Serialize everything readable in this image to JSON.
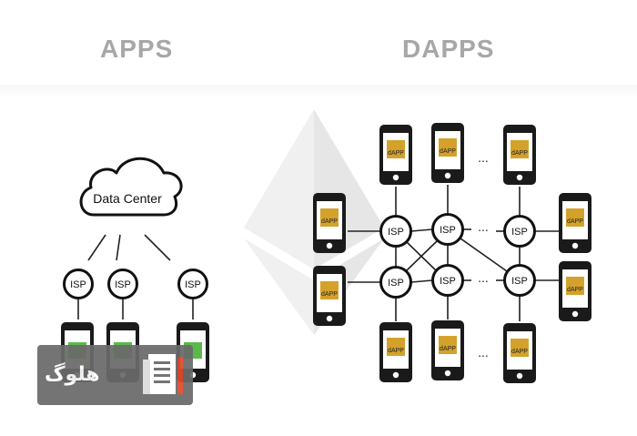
{
  "headings": {
    "apps": "APPS",
    "dapps": "DAPPS"
  },
  "apps_side": {
    "cloud_label": "Data Center",
    "isp_label": "ISP",
    "isp_count": 3
  },
  "dapps_side": {
    "isp_label": "ISP",
    "phone_label": "dAPP",
    "ellipsis": "..."
  },
  "watermark": {
    "text": "هلوگ",
    "icon": "document-icon"
  },
  "colors": {
    "heading": "#a7a7a7",
    "phone_body": "#1a1a1a",
    "dapp_screen": "#d4a22b",
    "app_screen": "#5cb84a",
    "watermark_bg": "#6a6a6a",
    "watermark_accent": "#e34a2b"
  }
}
